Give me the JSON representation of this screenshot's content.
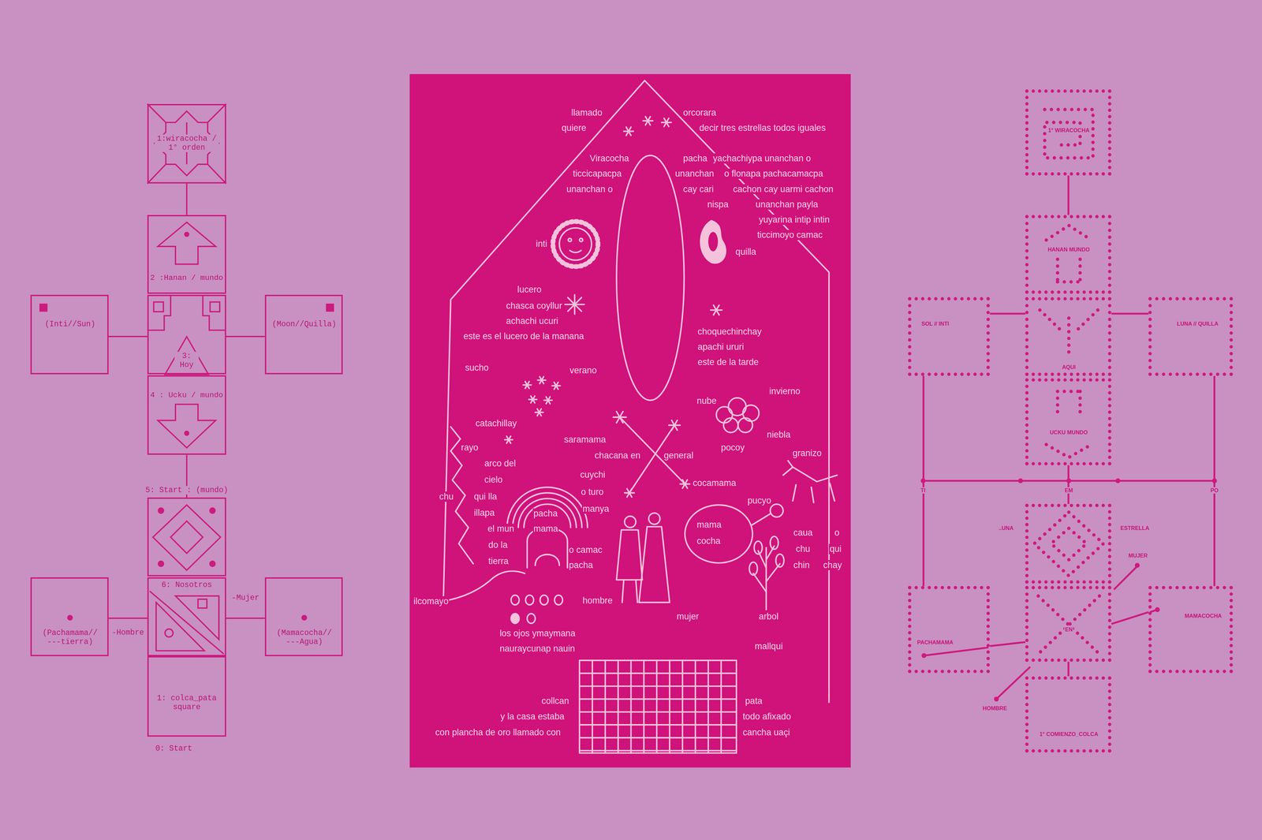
{
  "diagram": {
    "nodes": [
      {
        "text": [
          "1:wiracocha / 1° orden"
        ]
      },
      {
        "text": [
          "2 :Hanan / mundo"
        ]
      },
      {
        "text": [
          "(Inti//Sun)"
        ]
      },
      {
        "text": [
          "3: Hoy"
        ]
      },
      {
        "text": [
          "(Moon//Quilla)"
        ]
      },
      {
        "text": [
          "4 : Ucku / mundo"
        ]
      },
      {
        "text": [
          "5: Start : (mundo)"
        ]
      },
      {
        "text": [
          "(Pachamama// ---tierra)"
        ]
      },
      {
        "text": [
          "6: Nosotros"
        ]
      },
      {
        "text": [
          "(Mamacocha// ---Agua)"
        ]
      },
      {
        "text": [
          "1: colca_pata square"
        ]
      },
      {
        "text": [
          "1° WIRACOCHA"
        ]
      },
      {
        "text": [
          "HANAN MUNDO"
        ]
      },
      {
        "text": [
          "SOL // INTI"
        ]
      },
      {
        "text": [
          "AQUI"
        ]
      },
      {
        "text": [
          "LUNA // QUILLA"
        ]
      },
      {
        "text": [
          "UCKU MUNDO"
        ]
      },
      {
        "text": [
          "..UNA",
          "ESTRELLA"
        ]
      },
      {
        "text": [
          "PACHAMAMA"
        ]
      },
      {
        "text": [
          "EN"
        ]
      },
      {
        "text": [
          "MAMACOCHA"
        ]
      },
      {
        "text": [
          "1° COMIENZO_COLCA"
        ]
      }
    ],
    "edges": [
      {
        "from": 0,
        "to": 1,
        "arrow": "none"
      },
      {
        "from": 2,
        "to": 3,
        "arrow": "none"
      },
      {
        "from": 3,
        "to": 4,
        "arrow": "none"
      },
      {
        "from": 5,
        "to": 6,
        "arrow": "none"
      },
      {
        "from": 7,
        "to": 8,
        "label": "-Hombre",
        "arrow": "none"
      },
      {
        "from": 8,
        "to": 9,
        "label": "-Mujer",
        "arrow": "none"
      },
      {
        "from": 11,
        "to": 12,
        "arrow": "none"
      },
      {
        "from": 13,
        "to": 14,
        "arrow": "none"
      },
      {
        "from": 14,
        "to": 15,
        "arrow": "none"
      },
      {
        "from": 13,
        "to": 18,
        "arrow": "none"
      },
      {
        "from": 15,
        "to": 20,
        "arrow": "none"
      },
      {
        "from": 16,
        "to": 17,
        "arrow": "none"
      },
      {
        "from": 18,
        "to": 19,
        "arrow": "none"
      },
      {
        "from": 19,
        "to": 20,
        "arrow": "none"
      },
      {
        "from": 19,
        "to": 21,
        "arrow": "none"
      }
    ],
    "labels": [
      "0: Start",
      "llamado",
      "quiere",
      "orcorara",
      "decir tres estrellas todos iguales",
      "Viracocha",
      "ticcicapacpa",
      "unanchan o",
      "pacha",
      "yachachiypa unanchan o",
      "unanchan",
      "o flonapa pachacamacpa",
      "cay cari",
      "cachon cay uarmi cachon",
      "nispa",
      "unanchan payla",
      "yuyarina intip intin",
      "ticcimoyo camac",
      "inti",
      "quilla",
      "lucero",
      "chasca coyllur",
      "achachi ucuri",
      "este es el lucero de la manana",
      "choquechinchay",
      "apachi ururi",
      "este de la tarde",
      "sucho",
      "verano",
      "invierno",
      "nube",
      "catachillay",
      "niebla",
      "pocoy",
      "granizo",
      "rayo",
      "saramama",
      "chacana en",
      "general",
      "arco del",
      "cielo",
      "cuychi",
      "cocamama",
      "o turo",
      "chu",
      "qui lla",
      "pucyo",
      "manya",
      "illapa",
      "pacha",
      "el mun",
      "mama",
      "mama",
      "caua",
      "o",
      "do la",
      "cocha",
      "chu",
      "qui",
      "o camac",
      "tierra",
      "pacha",
      "chin",
      "chay",
      "hombre",
      "ilcomayo",
      "mujer",
      "arbol",
      "los ojos ymaymana",
      "nauraycunap nauin",
      "mallqui",
      "collcan",
      "pata",
      "y la casa estaba",
      "todo afixado",
      "con plancha de oro llamado con",
      "cancha uaçi",
      "TI",
      "EM",
      "PO",
      "MUJER",
      "HOMBRE"
    ]
  }
}
